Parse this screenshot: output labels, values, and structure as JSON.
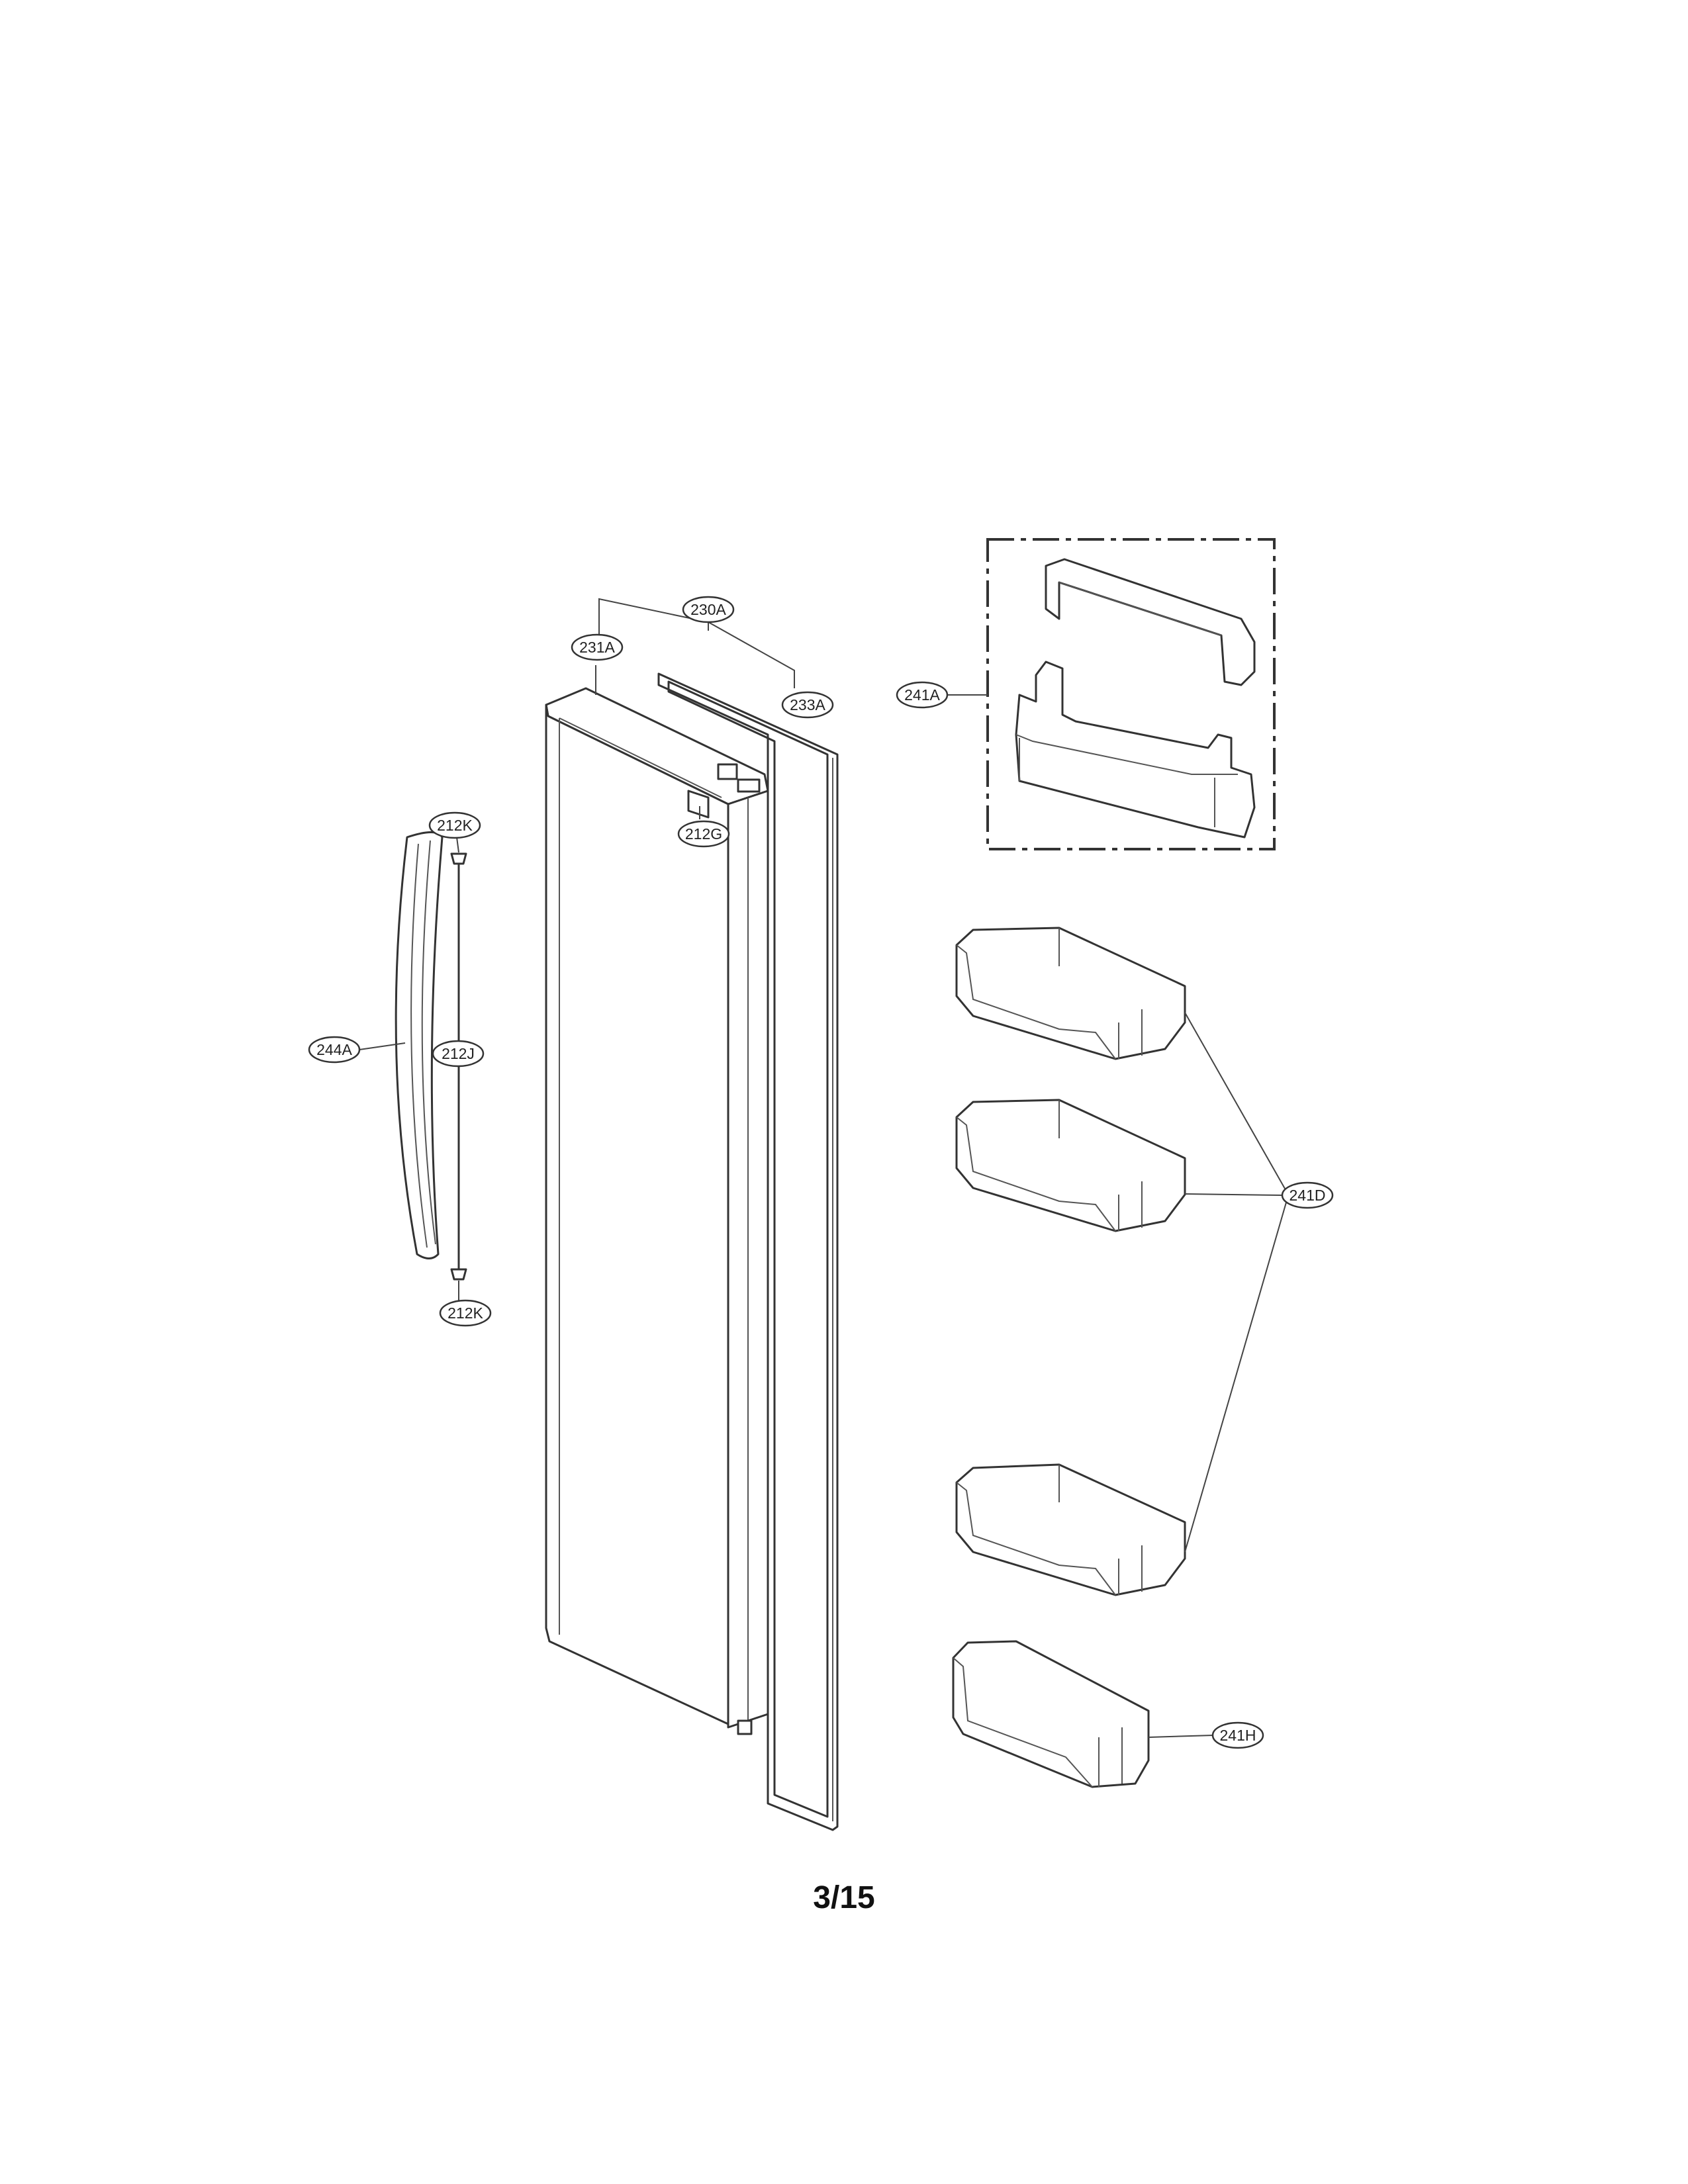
{
  "diagram": {
    "callouts": [
      {
        "id": "230A",
        "label": "230A"
      },
      {
        "id": "231A",
        "label": "231A"
      },
      {
        "id": "233A",
        "label": "233A"
      },
      {
        "id": "212G",
        "label": "212G"
      },
      {
        "id": "212K-top",
        "label": "212K"
      },
      {
        "id": "212J",
        "label": "212J"
      },
      {
        "id": "212K-bottom",
        "label": "212K"
      },
      {
        "id": "244A",
        "label": "244A"
      },
      {
        "id": "241A",
        "label": "241A"
      },
      {
        "id": "241D",
        "label": "241D"
      },
      {
        "id": "241H",
        "label": "241H"
      }
    ]
  },
  "footer": {
    "page_number": "3/15"
  }
}
